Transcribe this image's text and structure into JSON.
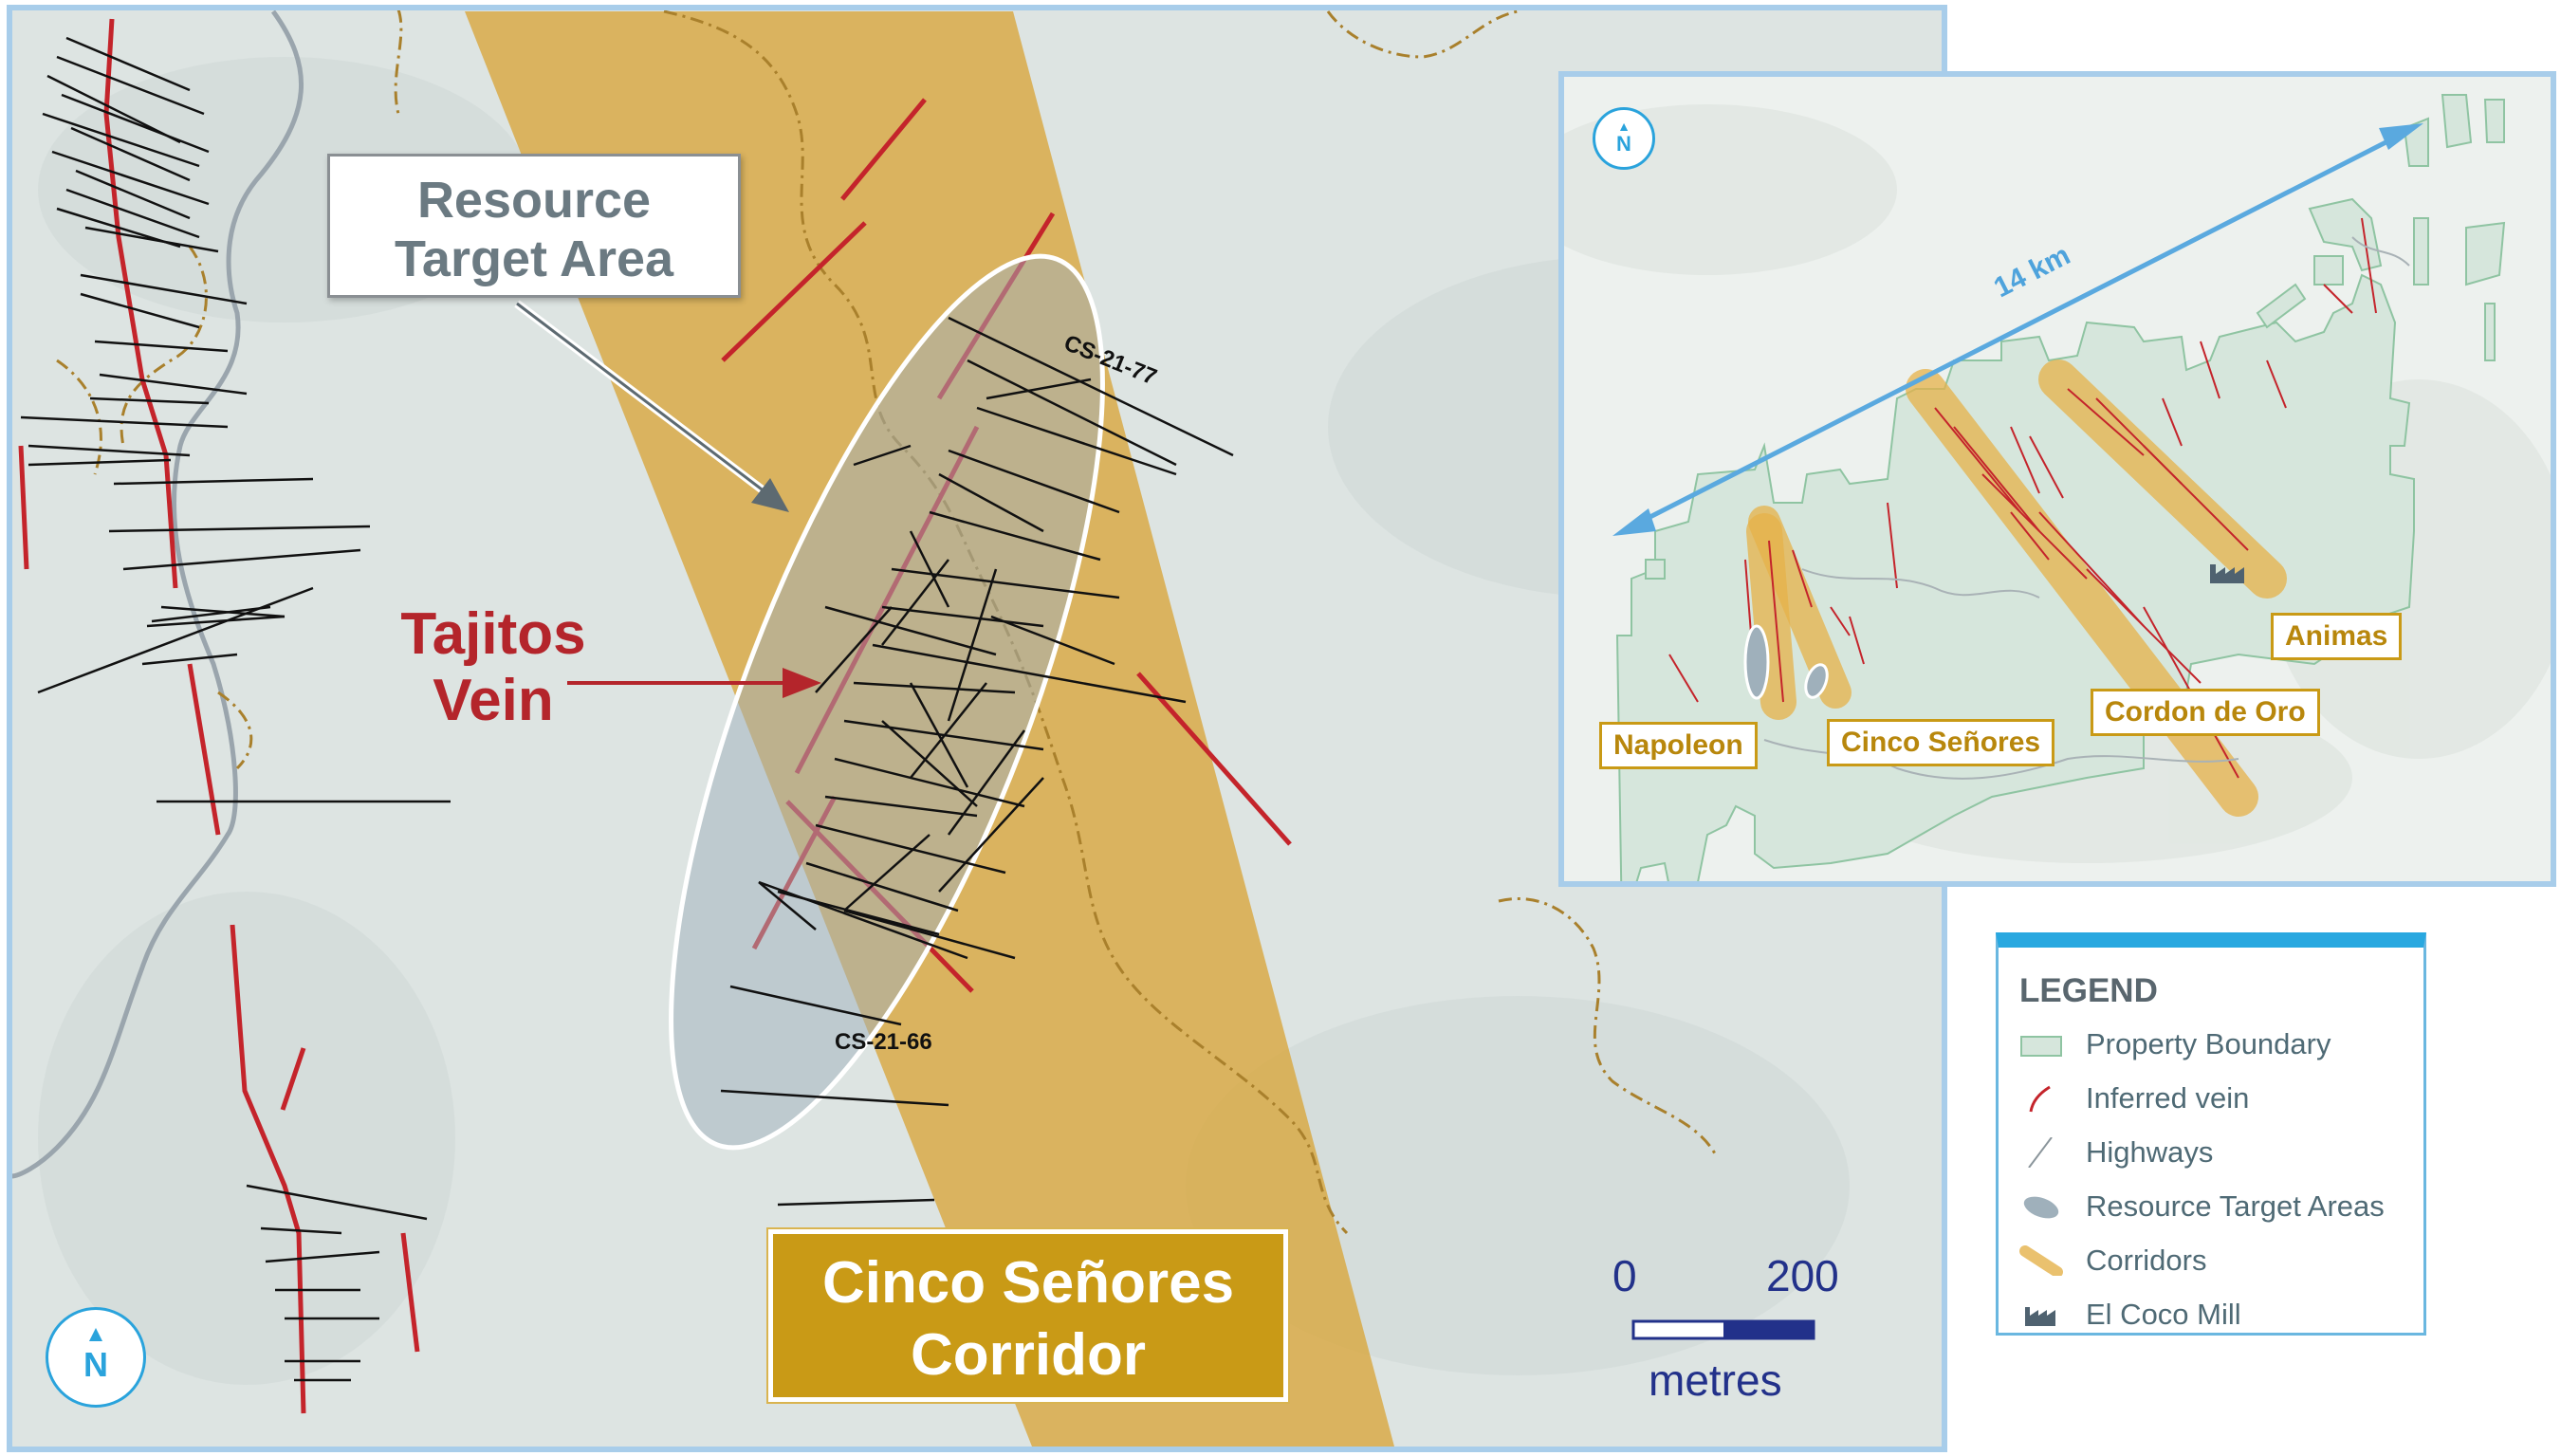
{
  "main_map": {
    "callout_title_line1": "Resource",
    "callout_title_line2": "Target Area",
    "vein_label_line1": "Tajitos",
    "vein_label_line2": "Vein",
    "corridor_line1": "Cinco Señores",
    "corridor_line2": "Corridor",
    "drillholes": [
      "CS-21-77",
      "CS-21-66"
    ],
    "north_arrow": "N",
    "scale": {
      "start": "0",
      "end": "200",
      "unit": "metres"
    }
  },
  "inset": {
    "north_arrow": "N",
    "distance_label": "14 km",
    "labels": {
      "napoleon": "Napoleon",
      "cinco_senores": "Cinco Señores",
      "cordon_de_oro": "Cordon de Oro",
      "animas": "Animas"
    }
  },
  "legend": {
    "title": "LEGEND",
    "items": [
      {
        "label": "Property Boundary",
        "icon": "property-boundary-swatch"
      },
      {
        "label": "Inferred vein",
        "icon": "inferred-vein-line"
      },
      {
        "label": "Highways",
        "icon": "highway-line"
      },
      {
        "label": "Resource Target Areas",
        "icon": "target-area-ellipse"
      },
      {
        "label": "Corridors",
        "icon": "corridor-band"
      },
      {
        "label": "El Coco Mill",
        "icon": "factory-icon"
      }
    ]
  },
  "colors": {
    "corridor": "#d9a53a",
    "inferred_vein": "#c4242b",
    "drill_trace": "#111111",
    "frame_blue": "#a8cdea",
    "road_grey": "#9aa5ad",
    "target_area": "#9fb0bb"
  }
}
